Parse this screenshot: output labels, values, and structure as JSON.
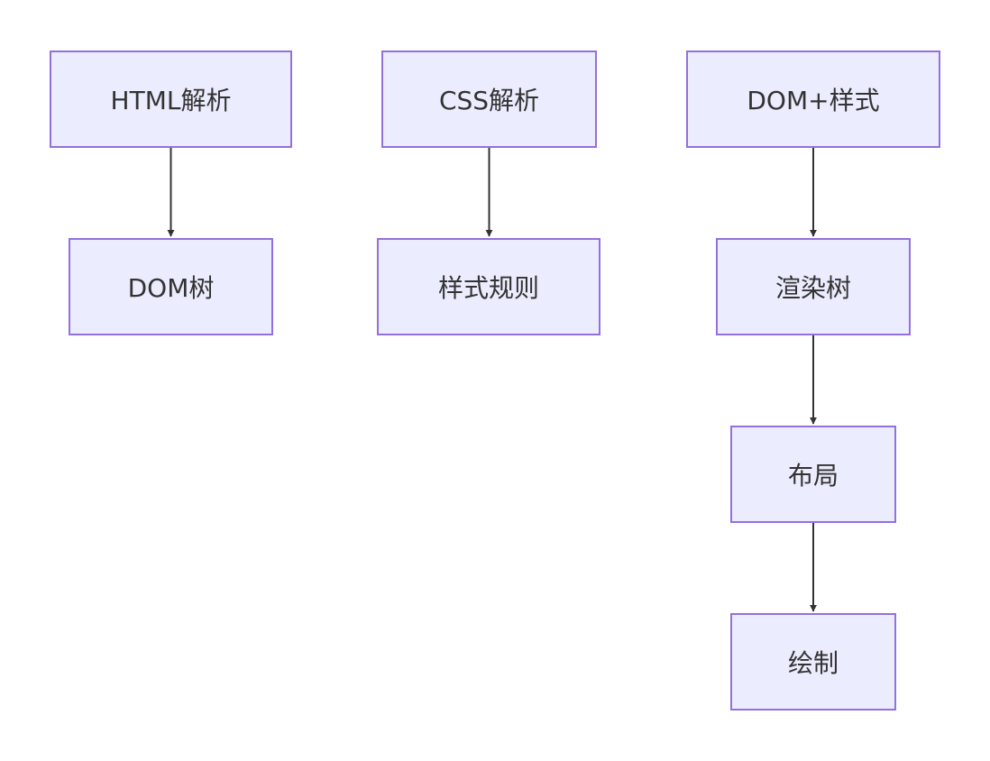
{
  "colors": {
    "node_fill": "#ececff",
    "node_border": "#9370db",
    "edge": "#333333",
    "text": "#333333"
  },
  "nodes": {
    "html_parse": "HTML解析",
    "dom_tree": "DOM树",
    "css_parse": "CSS解析",
    "style_rules": "样式规则",
    "dom_plus_style": "DOM+样式",
    "render_tree": "渲染树",
    "layout": "布局",
    "paint": "绘制"
  },
  "edges": [
    {
      "from": "html_parse",
      "to": "dom_tree"
    },
    {
      "from": "css_parse",
      "to": "style_rules"
    },
    {
      "from": "dom_plus_style",
      "to": "render_tree"
    },
    {
      "from": "render_tree",
      "to": "layout"
    },
    {
      "from": "layout",
      "to": "paint"
    }
  ]
}
